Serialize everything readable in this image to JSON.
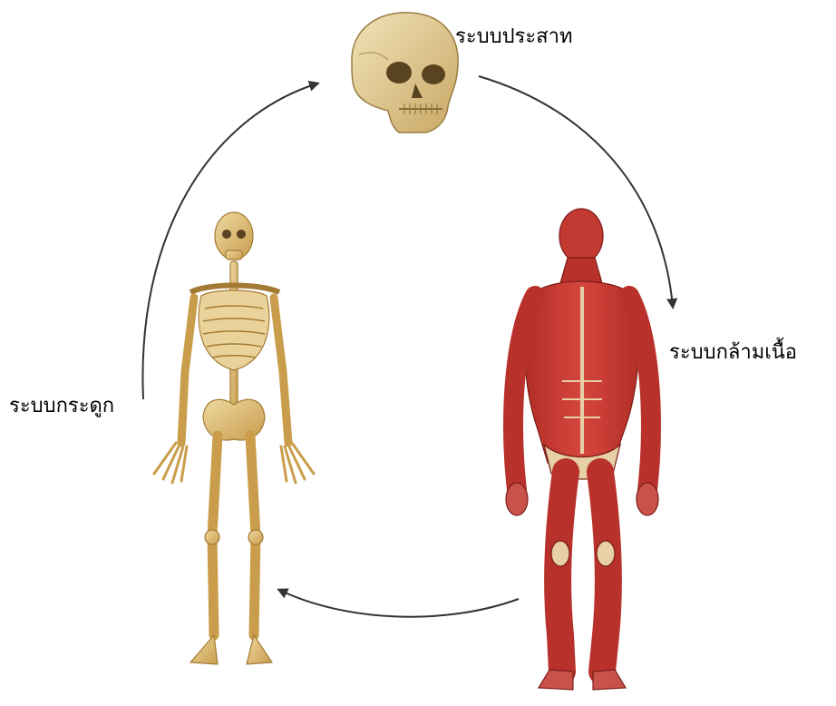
{
  "systems": {
    "nervous": {
      "label": "ระบบประสาท",
      "icon": "skull-icon"
    },
    "muscular": {
      "label": "ระบบกล้ามเนื้อ",
      "icon": "muscle-body-icon"
    },
    "skeletal": {
      "label": "ระบบกระดูก",
      "icon": "skeleton-icon"
    }
  },
  "colors": {
    "bone": "#e2c078",
    "bone_shade": "#b98e3c",
    "muscle": "#c8362f",
    "muscle_dark": "#8e1f1c",
    "tendon": "#e7cfa6",
    "arrow": "#333333"
  }
}
